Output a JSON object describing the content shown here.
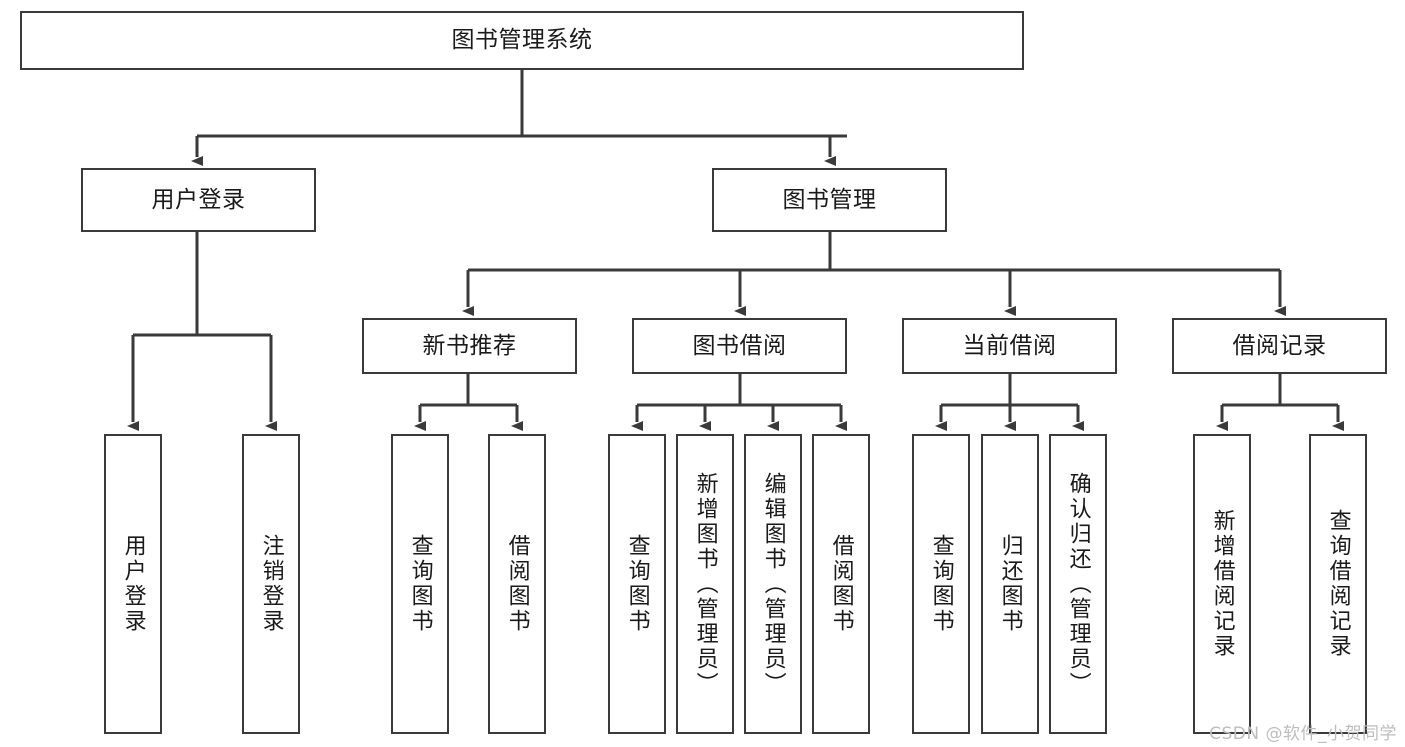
{
  "diagram": {
    "title": "图书管理系统",
    "type": "tree-hierarchy",
    "nodes": {
      "root": {
        "label": "图书管理系统"
      },
      "level2": [
        {
          "id": "user-login",
          "label": "用户登录"
        },
        {
          "id": "book-manage",
          "label": "图书管理"
        }
      ],
      "level3": [
        {
          "id": "new-book-recommend",
          "label": "新书推荐"
        },
        {
          "id": "book-borrow",
          "label": "图书借阅"
        },
        {
          "id": "current-borrow",
          "label": "当前借阅"
        },
        {
          "id": "borrow-record",
          "label": "借阅记录"
        }
      ],
      "leaves": [
        {
          "id": "leaf-user-login",
          "label": "用户登录",
          "parent": "user-login"
        },
        {
          "id": "leaf-user-logout",
          "label": "注销登录",
          "parent": "user-login"
        },
        {
          "id": "leaf-query-book-1",
          "label": "查询图书",
          "parent": "new-book-recommend"
        },
        {
          "id": "leaf-borrow-book-1",
          "label": "借阅图书",
          "parent": "new-book-recommend"
        },
        {
          "id": "leaf-query-book-2",
          "label": "查询图书",
          "parent": "book-borrow"
        },
        {
          "id": "leaf-add-book",
          "label": "新增图书（管理员）",
          "parent": "book-borrow"
        },
        {
          "id": "leaf-edit-book",
          "label": "编辑图书（管理员）",
          "parent": "book-borrow"
        },
        {
          "id": "leaf-borrow-book-2",
          "label": "借阅图书",
          "parent": "book-borrow"
        },
        {
          "id": "leaf-query-book-3",
          "label": "查询图书",
          "parent": "current-borrow"
        },
        {
          "id": "leaf-return-book",
          "label": "归还图书",
          "parent": "current-borrow"
        },
        {
          "id": "leaf-confirm-return",
          "label": "确认归还（管理员）",
          "parent": "current-borrow"
        },
        {
          "id": "leaf-add-record",
          "label": "新增借阅记录",
          "parent": "borrow-record"
        },
        {
          "id": "leaf-query-record",
          "label": "查询借阅记录",
          "parent": "borrow-record"
        }
      ]
    },
    "colors": {
      "stroke": "#3a3a3a",
      "fill": "#ffffff",
      "text": "#1a1a1a",
      "watermark": "#bdbdbd"
    }
  },
  "watermark": {
    "text": "CSDN @软件_小贺同学"
  }
}
